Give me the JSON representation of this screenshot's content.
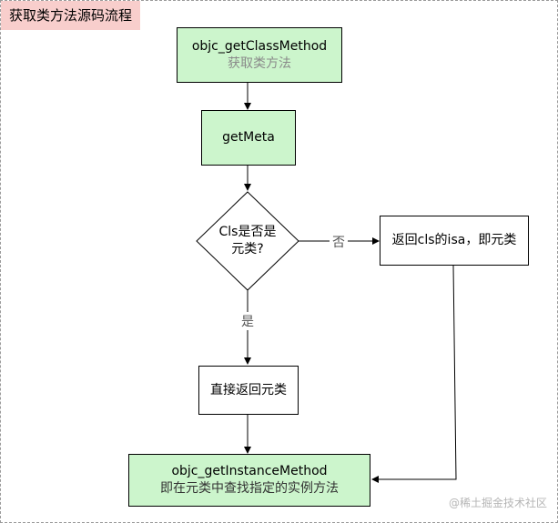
{
  "title": "获取类方法源码流程",
  "nodes": {
    "get_class_method": {
      "title": "objc_getClassMethod",
      "subtitle": "获取类方法"
    },
    "get_meta": {
      "title": "getMeta"
    },
    "decision": {
      "line1": "Cls是否是",
      "line2": "元类?"
    },
    "return_isa": {
      "title": "返回cls的isa，即元类"
    },
    "return_meta": {
      "title": "直接返回元类"
    },
    "get_instance_method": {
      "title": "objc_getInstanceMethod",
      "subtitle": "即在元类中查找指定的实例方法"
    }
  },
  "edge_labels": {
    "no": "否",
    "yes": "是"
  },
  "watermark": "@稀土掘金技术社区",
  "colors": {
    "title_bg": "#f8cecc",
    "node_green": "#ccf5cc",
    "border": "#000000"
  }
}
